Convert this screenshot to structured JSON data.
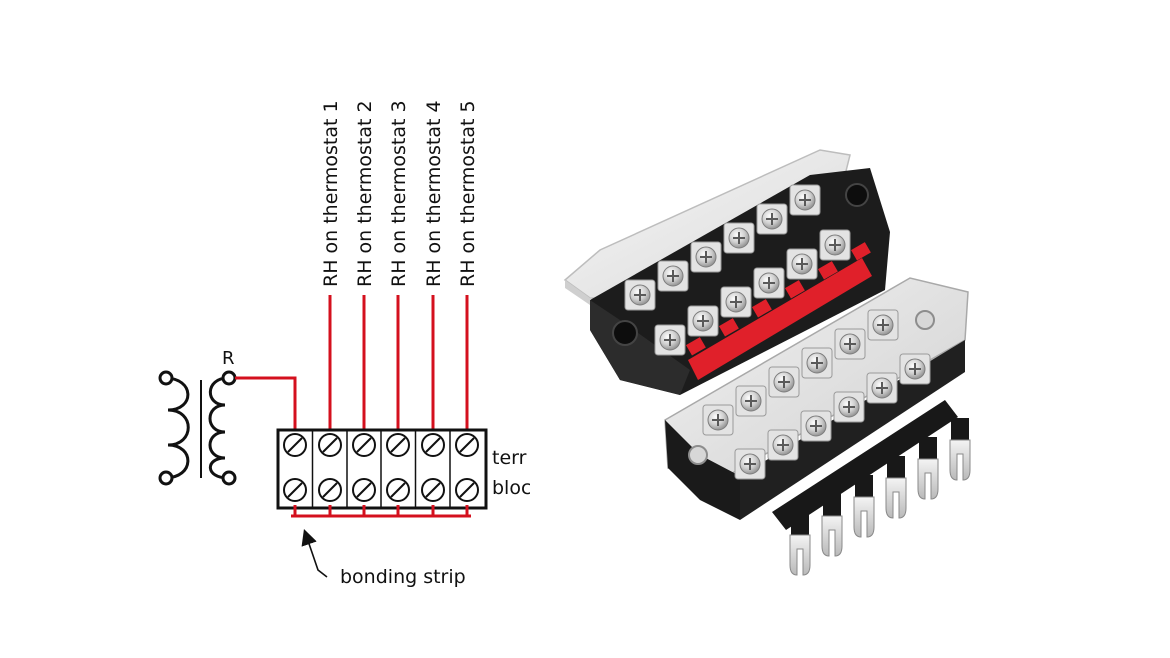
{
  "wiring": {
    "transformer_tap_label": "R",
    "thermostat_labels": [
      "RH on thermostat 1",
      "RH on thermostat 2",
      "RH on thermostat 3",
      "RH on thermostat 4",
      "RH on thermostat 5"
    ],
    "block_label_line1": "terr",
    "block_label_line2": "bloc",
    "bonding_label": "bonding strip"
  },
  "colors": {
    "wire": "#d4101e",
    "ink": "#111111",
    "block_black": "#1c1c1c",
    "cover_clear": "#e9e9e9",
    "jumper_black": "#181818",
    "metal": "#d8d8d8"
  }
}
